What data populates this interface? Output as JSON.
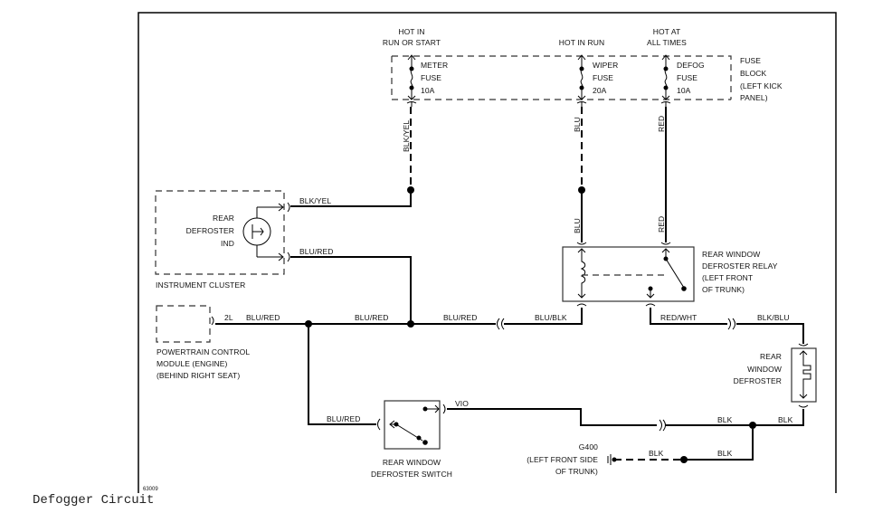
{
  "caption": "Defogger Circuit",
  "figure_id": "63009",
  "power_sources": {
    "meter": "HOT IN|RUN OR START",
    "wiper": "HOT IN RUN",
    "defog": "HOT AT|ALL TIMES"
  },
  "fuse_block": {
    "label": [
      "FUSE",
      "BLOCK",
      "(LEFT KICK",
      "PANEL)"
    ],
    "fuses": [
      {
        "name": "METER",
        "type": "FUSE",
        "rating": "10A"
      },
      {
        "name": "WIPER",
        "type": "FUSE",
        "rating": "20A"
      },
      {
        "name": "DEFOG",
        "type": "FUSE",
        "rating": "10A"
      }
    ]
  },
  "wires": {
    "blk_yel_vertical": "BLK/YEL",
    "blu_vertical_top": "BLU",
    "red_vertical_top": "RED",
    "blu_vertical_bottom": "BLU",
    "red_vertical_bottom": "RED",
    "blk_yel_horizontal": "BLK/YEL",
    "blu_red_cluster": "BLU/RED",
    "pcm_pin": "2L",
    "blu_red_1": "BLU/RED",
    "blu_red_2": "BLU/RED",
    "blu_red_3": "BLU/RED",
    "blu_blk": "BLU/BLK",
    "red_wht": "RED/WHT",
    "blk_blu": "BLK/BLU",
    "blu_red_switch": "BLU/RED",
    "vio": "VIO",
    "blk_1": "BLK",
    "blk_2": "BLK",
    "blk_3": "BLK",
    "blk_4": "BLK"
  },
  "components": {
    "instrument_cluster": {
      "indicator": [
        "REAR",
        "DEFROSTER",
        "IND"
      ],
      "label": "INSTRUMENT CLUSTER"
    },
    "pcm": {
      "label": [
        "POWERTRAIN CONTROL",
        "MODULE (ENGINE)",
        "(BEHIND RIGHT SEAT)"
      ]
    },
    "relay": {
      "label": [
        "REAR WINDOW",
        "DEFROSTER RELAY",
        "(LEFT FRONT",
        "OF TRUNK)"
      ]
    },
    "defroster": {
      "label": [
        "REAR",
        "WINDOW",
        "DEFROSTER"
      ]
    },
    "switch": {
      "label": [
        "REAR WINDOW",
        "DEFROSTER SWITCH"
      ]
    },
    "ground": {
      "label": [
        "G400",
        "(LEFT FRONT SIDE",
        "OF TRUNK)"
      ]
    }
  }
}
